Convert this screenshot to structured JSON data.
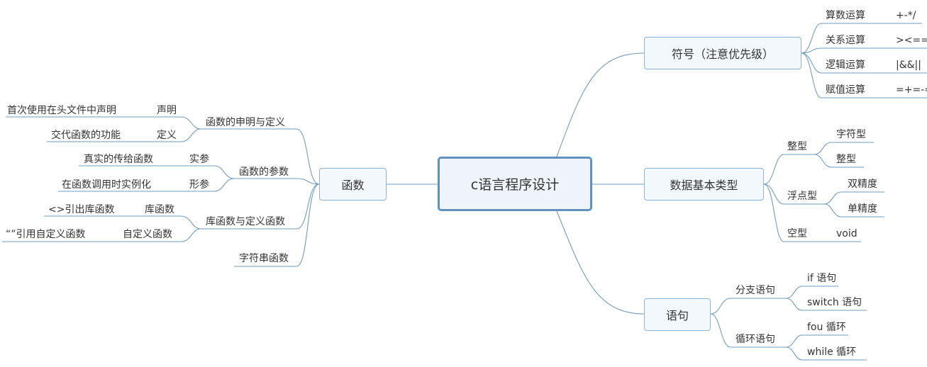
{
  "root": "c语言程序设计",
  "right": {
    "symbols": {
      "label": "符号（注意优先级）",
      "items": [
        {
          "name": "算数运算",
          "value": "+-*/"
        },
        {
          "name": "关系运算",
          "value": "><=="
        },
        {
          "name": "逻辑运算",
          "value": "|&&||"
        },
        {
          "name": "赋值运算",
          "value": "=+=-="
        }
      ]
    },
    "types": {
      "label": "数据基本类型",
      "integer": {
        "label": "整型",
        "children": [
          "字符型",
          "整型"
        ]
      },
      "float": {
        "label": "浮点型",
        "children": [
          "双精度",
          "单精度"
        ]
      },
      "void": {
        "label": "空型",
        "value": "void"
      }
    },
    "statements": {
      "label": "语句",
      "branch": {
        "label": "分支语句",
        "children": [
          "if 语句",
          "switch 语句"
        ]
      },
      "loop": {
        "label": "循环语句",
        "children": [
          "fou 循环",
          "while 循环"
        ]
      }
    }
  },
  "left": {
    "functions": {
      "label": "函数",
      "declare": {
        "label": "函数的申明与定义",
        "rows": [
          {
            "name": "声明",
            "desc": "首次使用在头文件中声明"
          },
          {
            "name": "定义",
            "desc": "交代函数的功能"
          }
        ]
      },
      "params": {
        "label": "函数的参数",
        "rows": [
          {
            "name": "实参",
            "desc": "真实的传给函数"
          },
          {
            "name": "形参",
            "desc": "在函数调用时实例化"
          }
        ]
      },
      "library": {
        "label": "库函数与定义函数",
        "rows": [
          {
            "name": "库函数",
            "desc": "<>引出库函数"
          },
          {
            "name": "自定义函数",
            "desc": "“”引用自定义函数"
          }
        ]
      },
      "string": {
        "label": "字符串函数"
      }
    }
  }
}
